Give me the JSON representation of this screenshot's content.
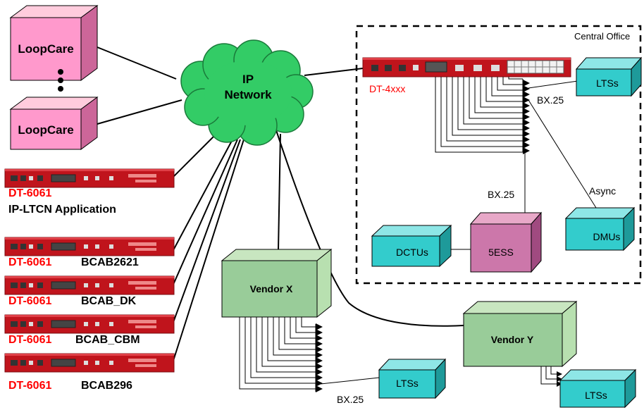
{
  "loopcare": [
    "LoopCare",
    "LoopCare"
  ],
  "ip_network": {
    "line1": "IP",
    "line2": "Network"
  },
  "central_office": {
    "label": "Central Office"
  },
  "dt4xxx": {
    "label": "DT-4xxx"
  },
  "lts_boxes": [
    "LTSs",
    "LTSs",
    "LTSs"
  ],
  "bx25_labels": [
    "BX.25",
    "BX.25",
    "BX.25"
  ],
  "async_label": "Async",
  "dmus": "DMUs",
  "dctus": "DCTUs",
  "switch_5ess": "5ESS",
  "vendor_x": "Vendor X",
  "vendor_y": "Vendor Y",
  "dt6061": {
    "model": "DT-6061",
    "apps": [
      "IP-LTCN Application",
      "BCAB2621",
      "BCAB_DK",
      "BCAB_CBM",
      "BCAB296"
    ]
  },
  "colors": {
    "loopcare": "#ff99cc",
    "lts": "#33cccc",
    "vendor": "#99cc99",
    "ess": "#cc77aa",
    "device_red": "#c0141c",
    "label_red": "#ff0000"
  }
}
